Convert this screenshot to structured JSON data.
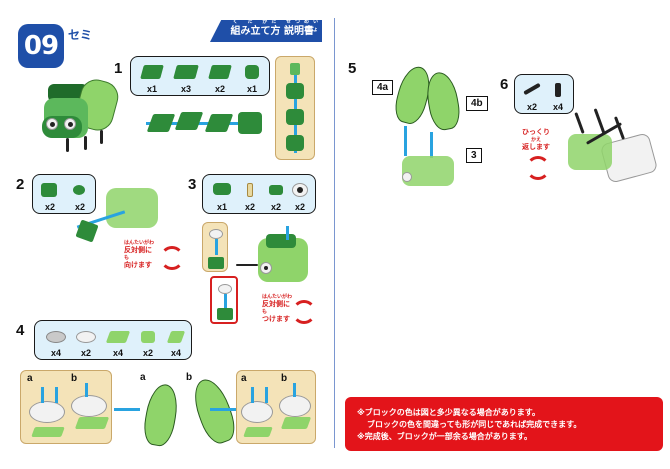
{
  "header": {
    "model_number": "09",
    "model_name": "セミ",
    "manual_title": "組み立て方 説明書",
    "manual_ruby": "く た かた せつめいしょ"
  },
  "steps": {
    "s1": {
      "num": "1",
      "parts": [
        "x1",
        "x3",
        "x2",
        "x1"
      ]
    },
    "s2": {
      "num": "2",
      "parts": [
        "x2",
        "x2"
      ],
      "note": [
        "はんたいがわ",
        "反対側に",
        "も",
        "向けます"
      ]
    },
    "s3": {
      "num": "3",
      "parts": [
        "x1",
        "x2",
        "x2",
        "x2"
      ],
      "note": [
        "はんたいがわ",
        "反対側に",
        "も",
        "つけます"
      ]
    },
    "s4": {
      "num": "4",
      "parts": [
        "x4",
        "x2",
        "x4",
        "x2",
        "x4"
      ],
      "labels": [
        "a",
        "b",
        "a",
        "b",
        "a",
        "b"
      ]
    },
    "s5": {
      "num": "5",
      "labels": [
        "4a",
        "4b",
        "3"
      ]
    },
    "s6": {
      "num": "6",
      "parts": [
        "x2",
        "x4"
      ],
      "note": [
        "ひっくり",
        "かえ",
        "返します"
      ]
    }
  },
  "notice": {
    "lines": [
      "※ブロックの色は図と多少異なる場合があります。",
      "ブロックの色を間違っても形が同じであれば完成できます。",
      "※完成後、ブロックが一部余る場合があります。"
    ],
    "color": "#e3141a"
  },
  "colors": {
    "accent": "#1f4fa8",
    "parts_bg": "#dff1fb",
    "green": "#2e8b3a"
  }
}
